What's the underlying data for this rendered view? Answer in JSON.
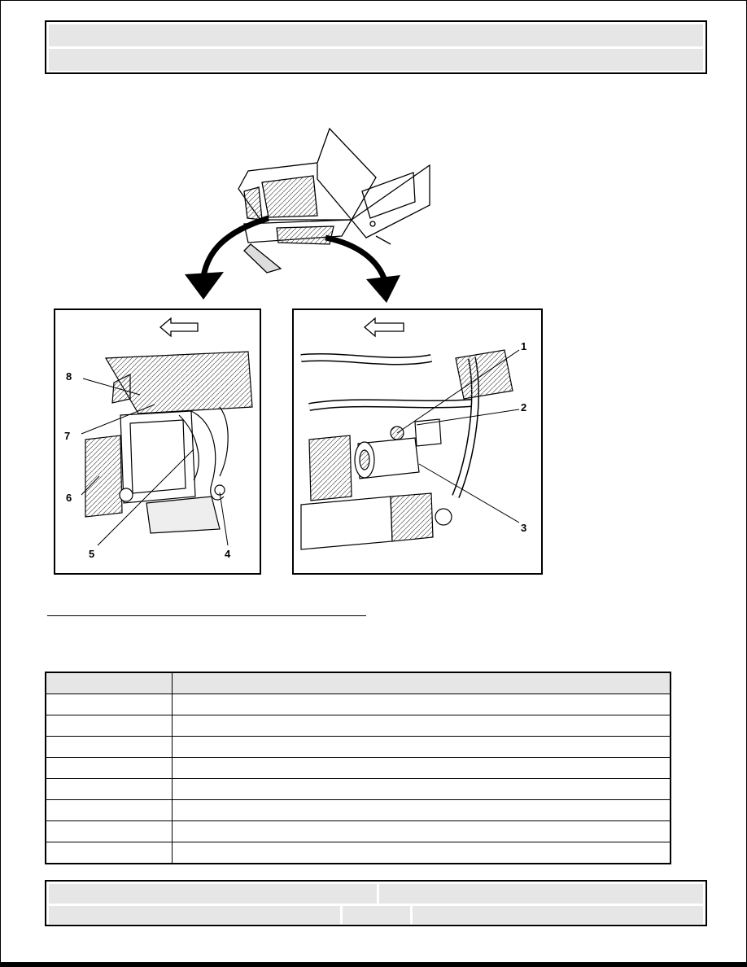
{
  "header": {
    "title": "",
    "subtitle": ""
  },
  "figure": {
    "callouts": [
      "1",
      "2",
      "3",
      "4",
      "5",
      "6",
      "7",
      "8"
    ],
    "direction_arrow_icon": "left-arrow-outline-icon"
  },
  "caption": {
    "text": ""
  },
  "legend": {
    "headers": [
      "",
      ""
    ],
    "rows": [
      [
        "",
        ""
      ],
      [
        "",
        ""
      ],
      [
        "",
        ""
      ],
      [
        "",
        ""
      ],
      [
        "",
        ""
      ],
      [
        "",
        ""
      ],
      [
        "",
        ""
      ],
      [
        "",
        ""
      ]
    ]
  },
  "footer": {
    "top_left": "",
    "top_right": "",
    "bottom_left": "",
    "bottom_mid": "",
    "bottom_right": ""
  }
}
